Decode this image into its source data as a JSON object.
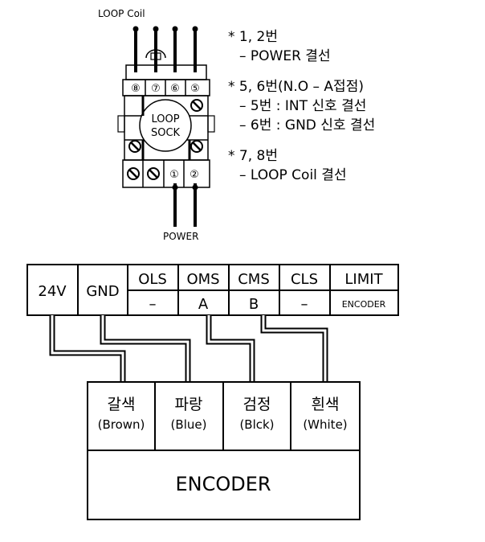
{
  "socket": {
    "top_label": "LOOP Coil",
    "bottom_label": "POWER",
    "center_label_line1": "LOOP",
    "center_label_line2": "SOCK",
    "pins_top": [
      "⑧",
      "⑦",
      "⑥",
      "⑤"
    ],
    "pins_bottom": [
      "①",
      "②"
    ]
  },
  "notes": [
    {
      "title": "* 1, 2번",
      "lines": [
        "– POWER 결선"
      ]
    },
    {
      "title": "* 5, 6번(N.O – A접점)",
      "lines": [
        "– 5번 : INT 신호 결선",
        "– 6번 : GND 신호 결선"
      ]
    },
    {
      "title": "* 7, 8번",
      "lines": [
        "– LOOP Coil 결선"
      ]
    }
  ],
  "terminal": {
    "c24v": "24V",
    "gnd": "GND",
    "ols_top": "OLS",
    "ols_bot": "–",
    "oms_top": "OMS",
    "oms_bot": "A",
    "cms_top": "CMS",
    "cms_bot": "B",
    "cls_top": "CLS",
    "cls_bot": "–",
    "limit_top": "LIMIT",
    "limit_bot": "ENCODER"
  },
  "encoder": {
    "title": "ENCODER",
    "wires": [
      {
        "name": "갈색",
        "color": "(Brown)"
      },
      {
        "name": "파랑",
        "color": "(Blue)"
      },
      {
        "name": "검정",
        "color": "(Blck)"
      },
      {
        "name": "흰색",
        "color": "(White)"
      }
    ]
  }
}
